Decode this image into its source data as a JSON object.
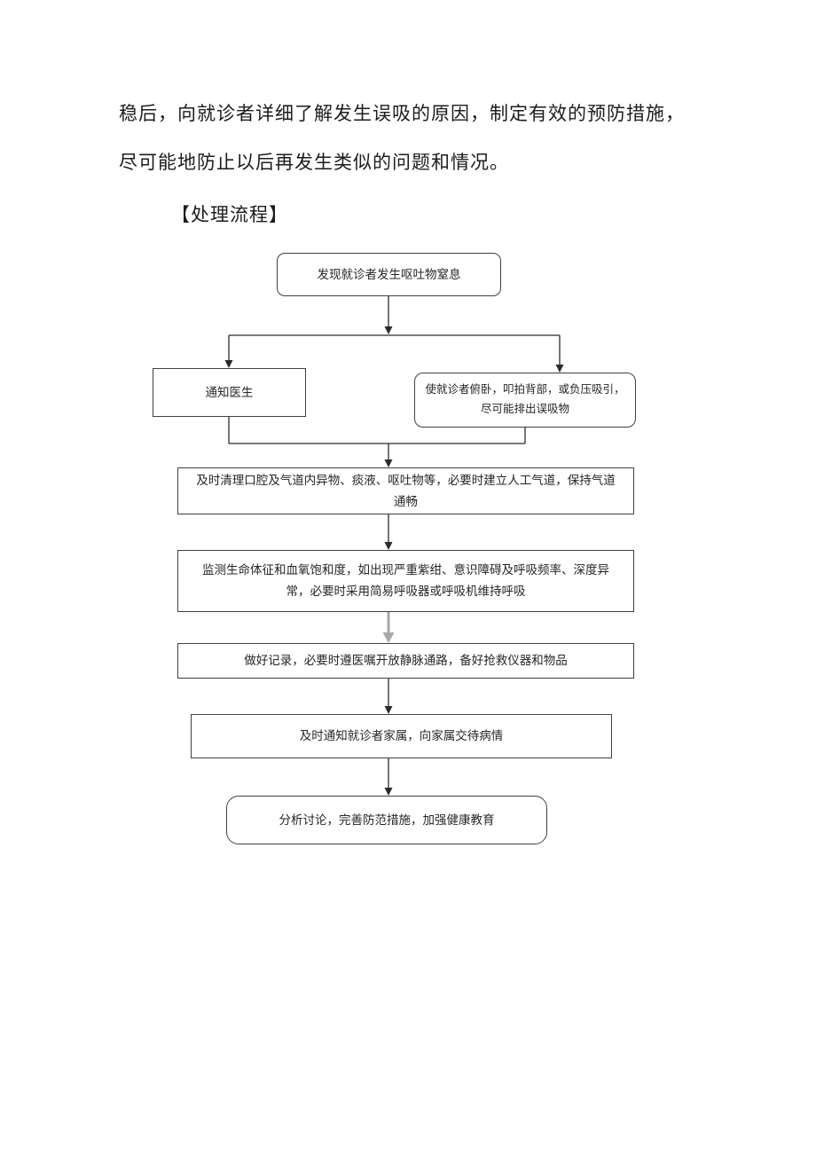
{
  "document": {
    "paragraph_line1": "稳后，向就诊者详细了解发生误吸的原因，制定有效的预防措施，",
    "paragraph_line2": "尽可能地防止以后再发生类似的问题和情况。",
    "heading": "【处理流程】"
  },
  "flowchart": {
    "colors": {
      "border": "#404040",
      "text": "#262626",
      "arrow": "#2b2b2b",
      "gray_arrow": "#a8a8a8"
    },
    "nodes": [
      {
        "id": "start",
        "shape": "rounded",
        "label": "发现就诊者发生呕吐物窒息"
      },
      {
        "id": "notify-doctor",
        "shape": "rect",
        "label": "通知医生"
      },
      {
        "id": "prone",
        "shape": "rounded",
        "label": "使就诊者俯卧，叩拍背部，或负压吸引，尽可能排出误吸物"
      },
      {
        "id": "clear-airway",
        "shape": "rect",
        "label": "及时清理口腔及气道内异物、痰液、呕吐物等，必要时建立人工气道，保持气道通畅"
      },
      {
        "id": "monitor",
        "shape": "rect",
        "label": "监测生命体征和血氧饱和度，如出现严重紫绀、意识障碍及呼吸频率、深度异常，必要时采用简易呼吸器或呼吸机维持呼吸"
      },
      {
        "id": "record",
        "shape": "rect",
        "label": "做好记录，必要时遵医嘱开放静脉通路，备好抢救仪器和物品"
      },
      {
        "id": "notify-family",
        "shape": "rect",
        "label": "及时通知就诊者家属，向家属交待病情"
      },
      {
        "id": "analysis",
        "shape": "rounded",
        "label": "分析讨论，完善防范措施，加强健康教育"
      }
    ]
  }
}
